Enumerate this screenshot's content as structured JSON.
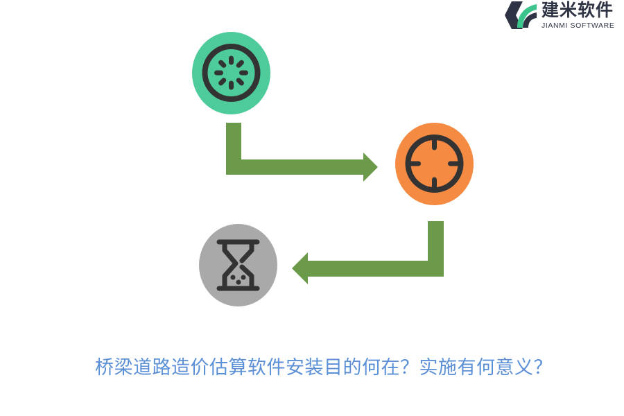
{
  "logo": {
    "name_cn": "建米软件",
    "name_en": "JIANMI SOFTWARE",
    "colors": {
      "dark": "#2f3445",
      "green": "#3cc48d"
    }
  },
  "diagram": {
    "nodes": [
      {
        "id": "loading",
        "icon": "loading-spinner-icon",
        "color": "#4ecb9b"
      },
      {
        "id": "target",
        "icon": "crosshair-target-icon",
        "color": "#f58a42"
      },
      {
        "id": "hourglass",
        "icon": "hourglass-icon",
        "color": "#a9a9a9"
      }
    ],
    "edges": [
      {
        "from": "loading",
        "to": "target",
        "color": "#6a9a4a"
      },
      {
        "from": "target",
        "to": "hourglass",
        "color": "#6a9a4a"
      }
    ],
    "icon_stroke_color": "#333333"
  },
  "title": {
    "text": "桥梁道路造价估算软件安装目的何在？实施有何意义？",
    "color": "#5b8fd6"
  }
}
